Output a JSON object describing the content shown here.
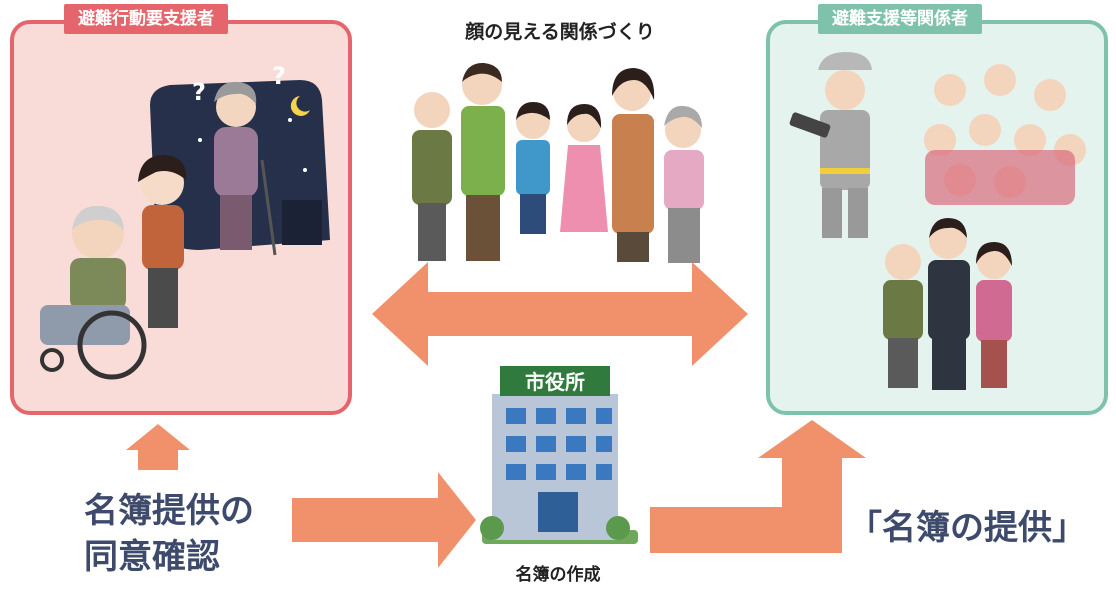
{
  "left_box": {
    "tag": "避難行動要支援者",
    "description": "wheelchair user with caregiver and elderly person at night"
  },
  "right_box": {
    "tag": "避難支援等関係者",
    "description": "firefighter, community group, and neighbors"
  },
  "center": {
    "caption": "顔の見える関係づくり"
  },
  "city_hall": {
    "sign": "市役所",
    "caption": "名簿の作成"
  },
  "consent_text": {
    "line1": "名簿提供の",
    "line2": "同意確認"
  },
  "provision_text": "「名簿の提供」",
  "colors": {
    "pink_border": "#e4656b",
    "green_border": "#7fc2ac",
    "arrow": "#f0916b",
    "text_navy": "#3d4a6b"
  }
}
